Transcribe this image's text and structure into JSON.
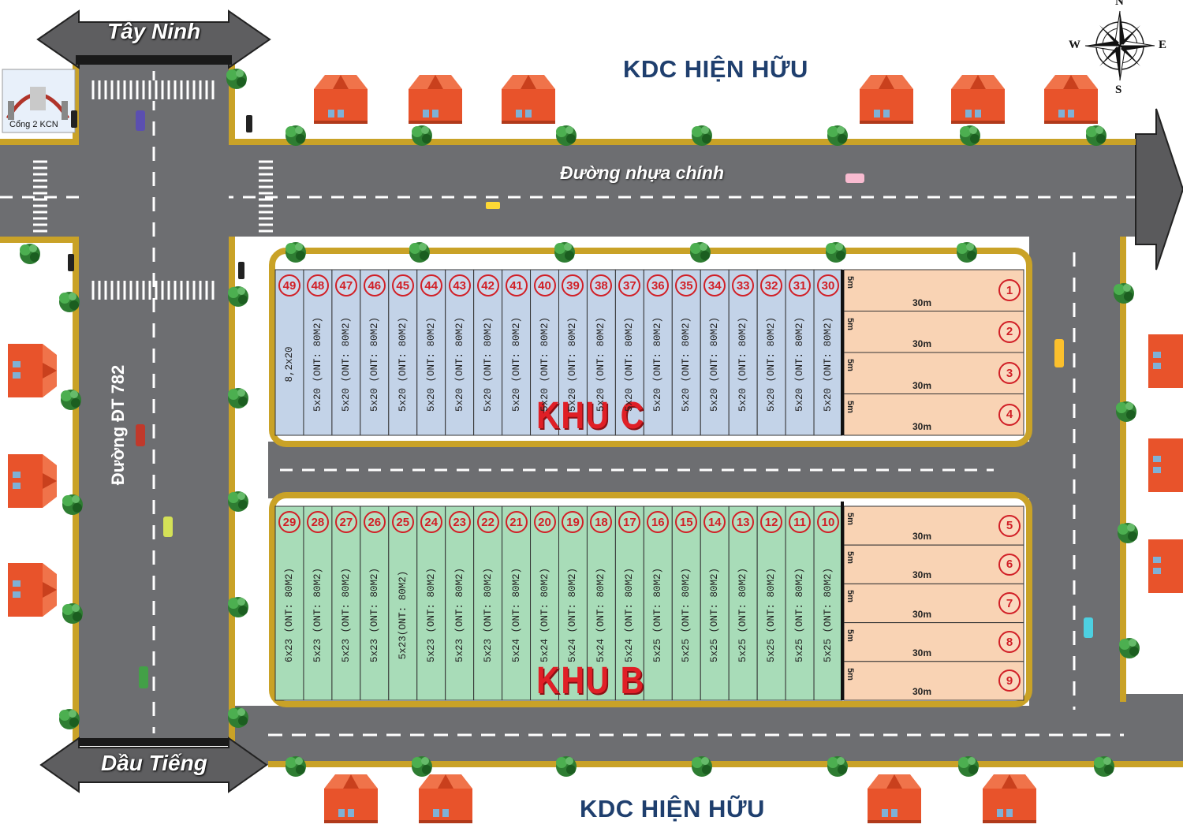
{
  "labels": {
    "kdc_top": "KDC HIỆN HỮU",
    "kdc_bottom": "KDC HIỆN HỮU",
    "dir_top": "Tây Ninh",
    "dir_bottom": "Dầu Tiếng",
    "main_road": "Đường nhựa chính",
    "side_road": "Đường ĐT 782",
    "gate": "Cổng 2 KCN",
    "zone_c": "KHU C",
    "zone_b": "KHU B"
  },
  "compass": {
    "n": "N",
    "s": "S",
    "e": "E",
    "w": "W"
  },
  "khu_c": {
    "lots": [
      {
        "no": "49",
        "size": "8,2x20"
      },
      {
        "no": "48",
        "size": "5x20 (ONT: 80M2)"
      },
      {
        "no": "47",
        "size": "5x20 (ONT: 80M2)"
      },
      {
        "no": "46",
        "size": "5x20 (ONT: 80M2)"
      },
      {
        "no": "45",
        "size": "5x20 (ONT: 80M2)"
      },
      {
        "no": "44",
        "size": "5x20 (ONT: 80M2)"
      },
      {
        "no": "43",
        "size": "5x20 (ONT: 80M2)"
      },
      {
        "no": "42",
        "size": "5x20 (ONT: 80M2)"
      },
      {
        "no": "41",
        "size": "5x20 (ONT: 80M2)"
      },
      {
        "no": "40",
        "size": "5x20 (ONT: 80M2)"
      },
      {
        "no": "39",
        "size": "5x20 (ONT: 80M2)"
      },
      {
        "no": "38",
        "size": "5x20 (ONT: 80M2)"
      },
      {
        "no": "37",
        "size": "5x20 (ONT: 80M2)"
      },
      {
        "no": "36",
        "size": "5x20 (ONT: 80M2)"
      },
      {
        "no": "35",
        "size": "5x20 (ONT: 80M2)"
      },
      {
        "no": "34",
        "size": "5x20 (ONT: 80M2)"
      },
      {
        "no": "33",
        "size": "5x20 (ONT: 80M2)"
      },
      {
        "no": "32",
        "size": "5x20 (ONT: 80M2)"
      },
      {
        "no": "31",
        "size": "5x20 (ONT: 80M2)"
      },
      {
        "no": "30",
        "size": "5x20 (ONT: 80M2)"
      }
    ],
    "corner_lots": [
      "1",
      "2",
      "3",
      "4"
    ]
  },
  "khu_b": {
    "lots": [
      {
        "no": "29",
        "size": "6x23 (ONT: 80M2)"
      },
      {
        "no": "28",
        "size": "5x23 (ONT: 80M2)"
      },
      {
        "no": "27",
        "size": "5x23 (ONT: 80M2)"
      },
      {
        "no": "26",
        "size": "5x23 (ONT: 80M2)"
      },
      {
        "no": "25",
        "size": "5x23(ONT: 80M2)"
      },
      {
        "no": "24",
        "size": "5x23 (ONT: 80M2)"
      },
      {
        "no": "23",
        "size": "5x23 (ONT: 80M2)"
      },
      {
        "no": "22",
        "size": "5x23 (ONT: 80M2)"
      },
      {
        "no": "21",
        "size": "5x24 (ONT: 80M2)"
      },
      {
        "no": "20",
        "size": "5x24 (ONT: 80M2)"
      },
      {
        "no": "19",
        "size": "5x24 (ONT: 80M2)"
      },
      {
        "no": "18",
        "size": "5x24 (ONT: 80M2)"
      },
      {
        "no": "17",
        "size": "5x24 (ONT: 80M2)"
      },
      {
        "no": "16",
        "size": "5x25 (ONT: 80M2)"
      },
      {
        "no": "15",
        "size": "5x25 (ONT: 80M2)"
      },
      {
        "no": "14",
        "size": "5x25 (ONT: 80M2)"
      },
      {
        "no": "13",
        "size": "5x25 (ONT: 80M2)"
      },
      {
        "no": "12",
        "size": "5x25 (ONT: 80M2)"
      },
      {
        "no": "11",
        "size": "5x25 (ONT: 80M2)"
      },
      {
        "no": "10",
        "size": "5x25 (ONT: 80M2)"
      }
    ],
    "corner_lots": [
      "5",
      "6",
      "7",
      "8",
      "9"
    ]
  },
  "corner_width": "5m",
  "corner_length": "30m",
  "colors": {
    "road": "#6d6e71",
    "curb": "#c9a227",
    "khu_c_lot": "#c3d3e8",
    "khu_b_lot": "#a8dcb8",
    "corner_lot": "#f9d3b4",
    "house_roof": "#e8532b",
    "zone_label": "#e01f26"
  }
}
